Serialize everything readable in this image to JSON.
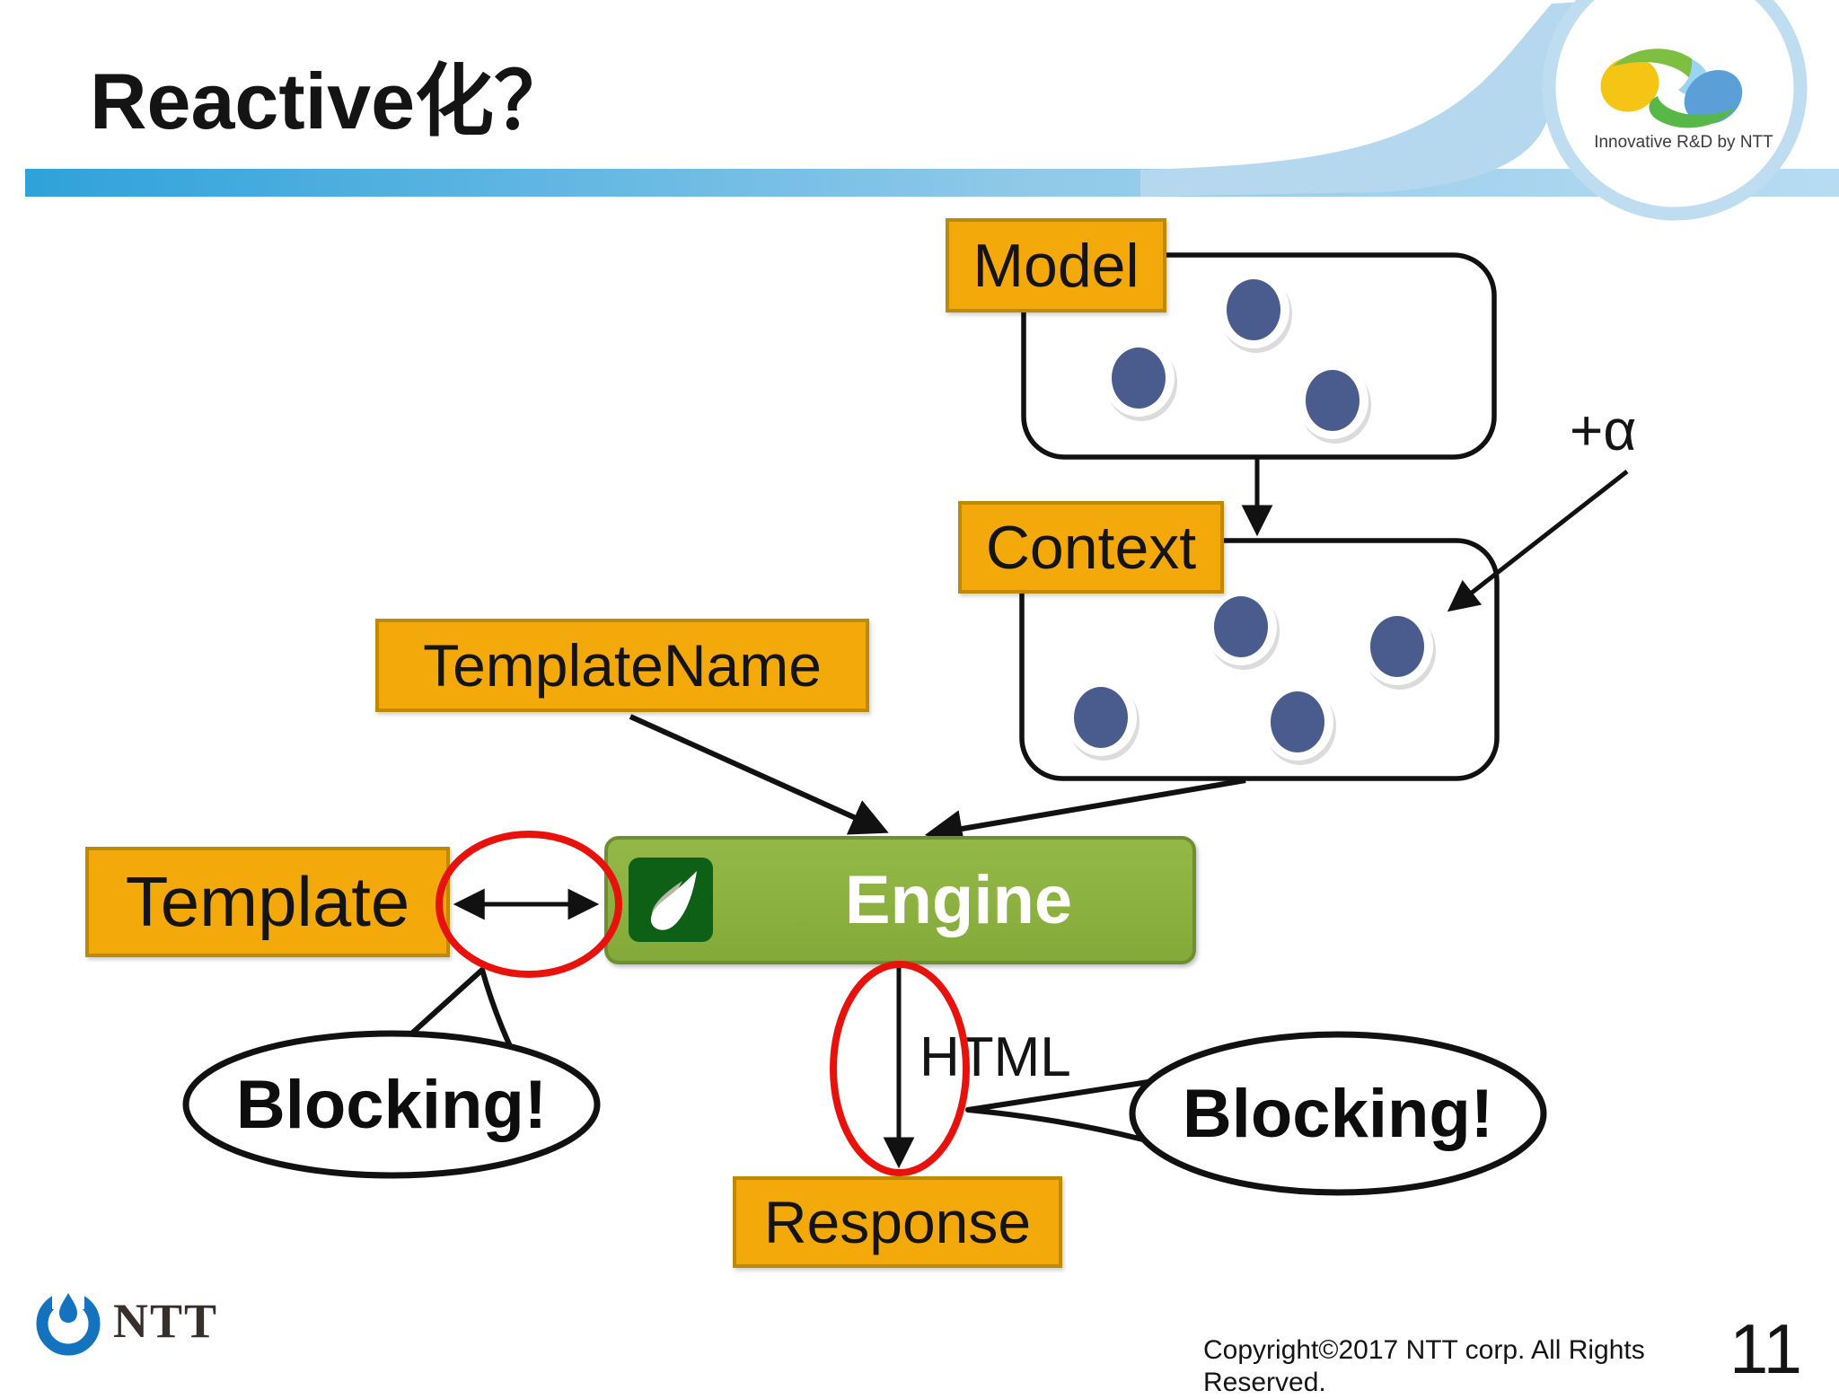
{
  "header": {
    "title": "Reactive化？",
    "rd_caption": "Innovative R&D by NTT"
  },
  "diagram": {
    "model_label": "Model",
    "context_label": "Context",
    "template_name_label": "TemplateName",
    "template_label": "Template",
    "engine_label": "Engine",
    "response_label": "Response",
    "html_label": "HTML",
    "plus_alpha_label": "+α",
    "blocking_left": "Blocking!",
    "blocking_right": "Blocking!",
    "model_item_count": 3,
    "context_item_count": 4
  },
  "footer": {
    "ntt_logo_text": "NTT",
    "copyright": "Copyright©2017  NTT corp. All Rights Reserved.",
    "page_number": "11"
  },
  "colors": {
    "accent_orange_fill": "#F3A909",
    "accent_orange_border": "#BE8A00",
    "engine_green_fill": "#8CB140",
    "engine_green_border": "#6E8F2E",
    "engine_icon_green": "#0E6016",
    "item_circle_blue": "#4A5C8D",
    "highlight_red": "#E8120C",
    "title_bar_left": "#2EA2DA",
    "title_bar_right": "#B7DCF2",
    "swoosh_blue": "#B5D8EE",
    "ntt_brand_blue": "#1473BE"
  }
}
